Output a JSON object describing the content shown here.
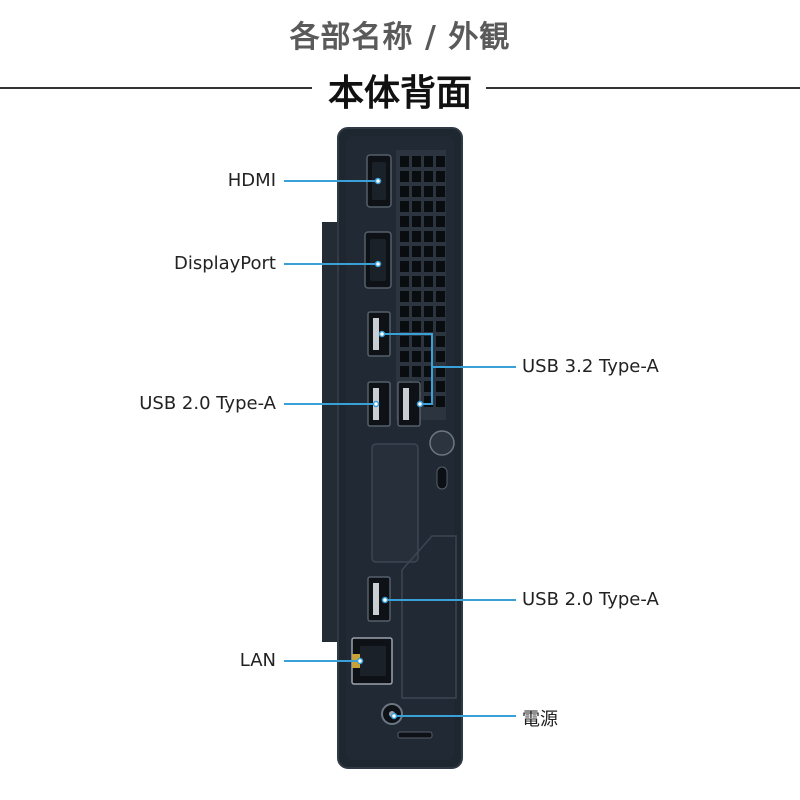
{
  "header": {
    "title": "各部名称 / 外観",
    "subtitle": "本体背面"
  },
  "callouts": {
    "hdmi": "HDMI",
    "displayport": "DisplayPort",
    "usb32_right": "USB 3.2 Type-A",
    "usb20_left": "USB 2.0 Type-A",
    "usb20_right": "USB 2.0 Type-A",
    "lan": "LAN",
    "power": "電源"
  },
  "colors": {
    "callout_line": "#3aa0d8",
    "chassis": "#1e2630",
    "chassis_edge": "#2f3a46",
    "rule": "#333333"
  }
}
